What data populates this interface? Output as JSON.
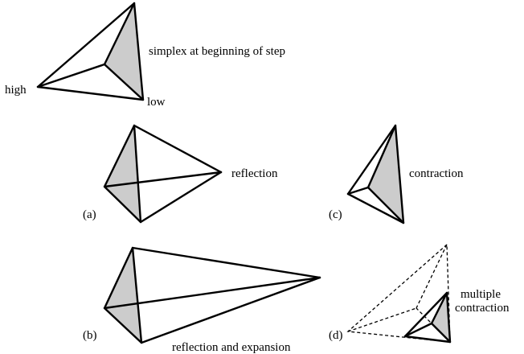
{
  "labels": {
    "start": "simplex at beginning of step",
    "high": "high",
    "low": "low",
    "reflection": "reflection",
    "expansion": "reflection and expansion",
    "contraction": "contraction",
    "multiple": [
      "multiple",
      "contraction"
    ]
  },
  "panel_tags": {
    "a": "(a)",
    "b": "(b)",
    "c": "(c)",
    "d": "(d)"
  },
  "colors": {
    "line": "#000000",
    "shaded_face": "#cccccc",
    "background": "#ffffff"
  }
}
